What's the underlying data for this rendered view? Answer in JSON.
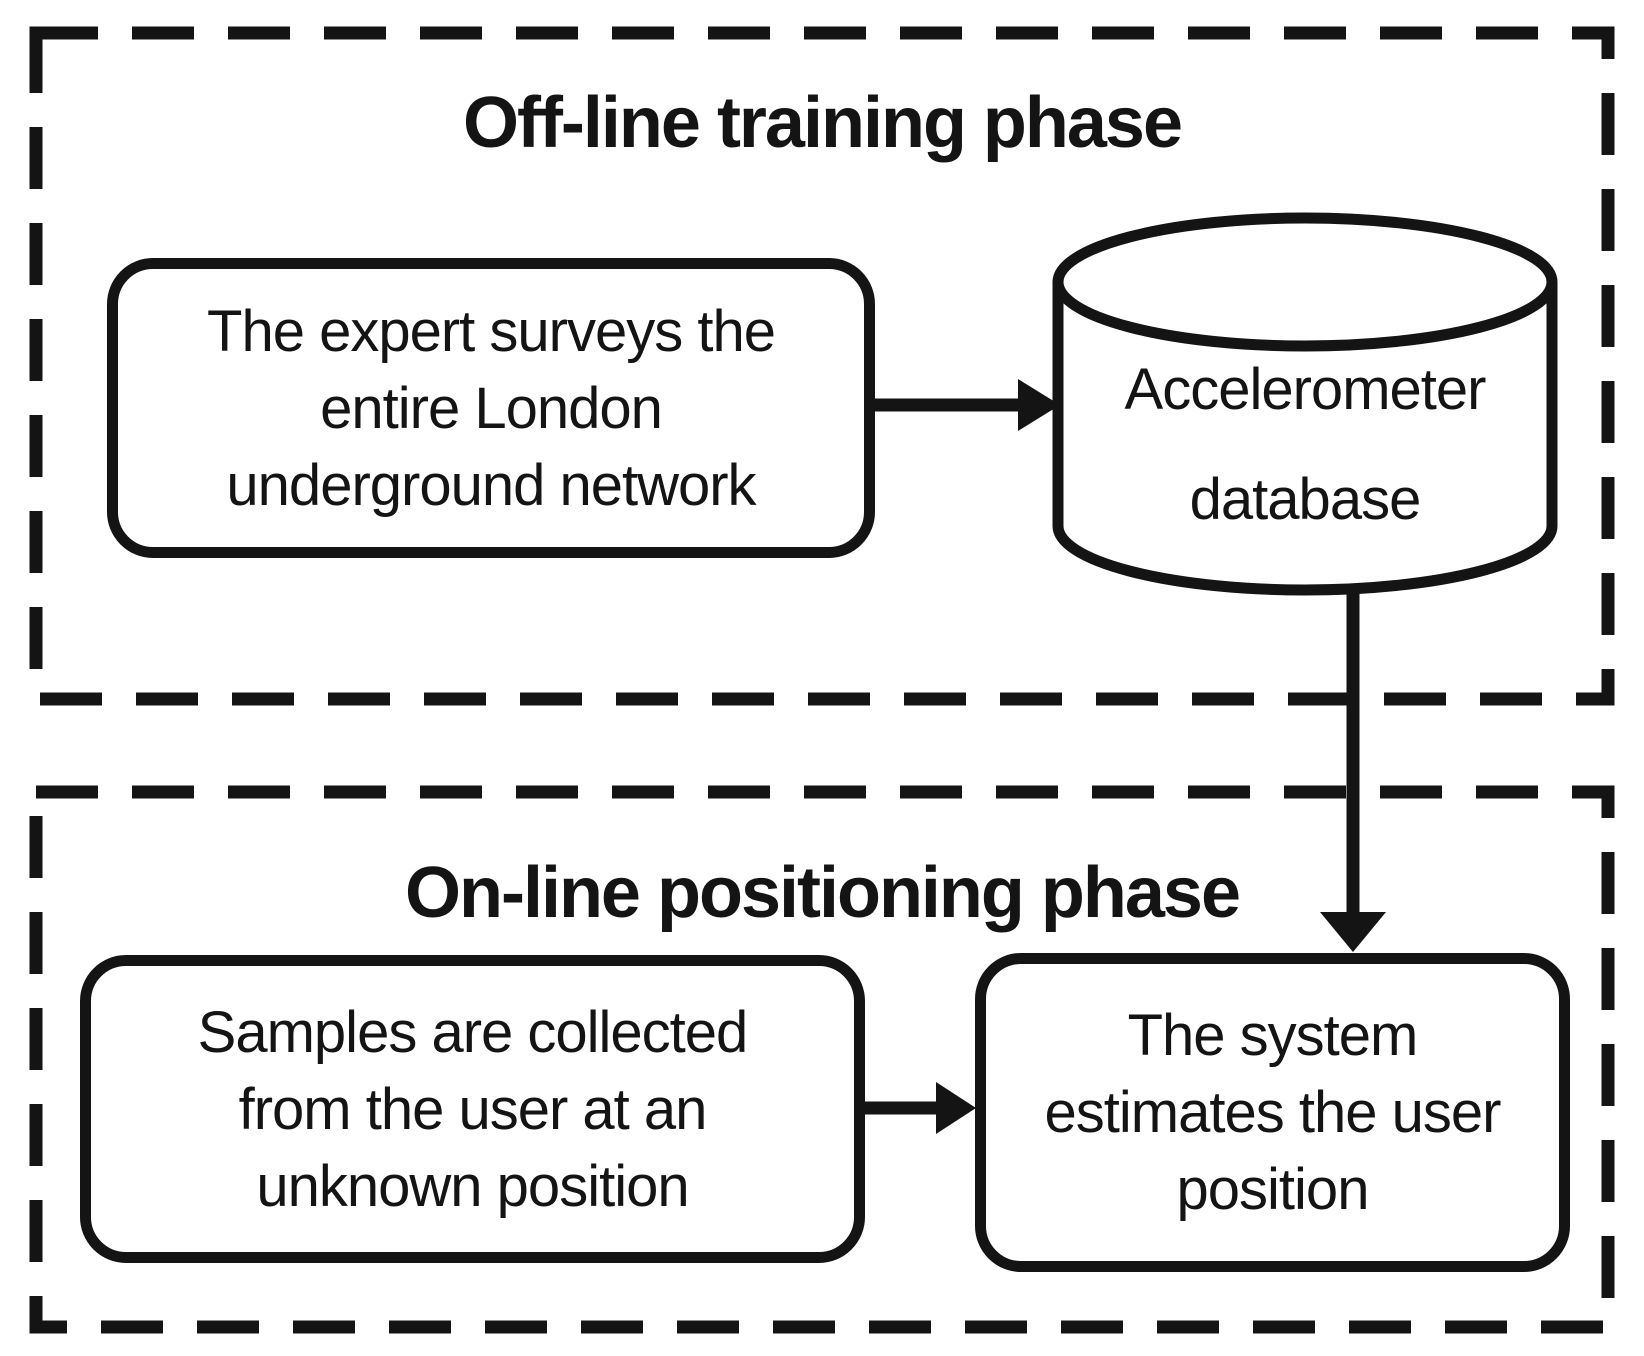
{
  "figure": {
    "ink_color": "#141414",
    "background_color": "#ffffff"
  },
  "offline_phase": {
    "title": "Off-line training phase",
    "expert_box": {
      "lines": [
        "The expert surveys the",
        "entire London",
        "underground network"
      ]
    },
    "database": {
      "lines": [
        "Accelerometer",
        "database"
      ]
    }
  },
  "online_phase": {
    "title": "On-line positioning phase",
    "samples_box": {
      "lines": [
        "Samples are collected",
        "from the user at an",
        "unknown position"
      ]
    },
    "estimate_box": {
      "lines": [
        "The system",
        "estimates the user",
        "position"
      ]
    }
  }
}
